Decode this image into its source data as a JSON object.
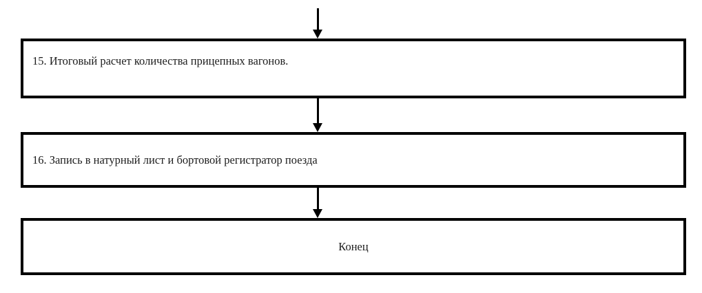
{
  "diagram": {
    "type": "flowchart",
    "direction": "top-down",
    "language": "ru",
    "nodes": [
      {
        "id": "step-15",
        "shape": "process-rectangle",
        "label": "15. Итоговый расчет количества прицепных вагонов.",
        "text_align": "left"
      },
      {
        "id": "step-16",
        "shape": "process-rectangle",
        "label": "16. Запись в натурный лист и бортовой регистратор поезда",
        "text_align": "left"
      },
      {
        "id": "end",
        "shape": "terminator-rectangle",
        "label": "Конец",
        "text_align": "center"
      }
    ],
    "edges": [
      {
        "from": "previous-step-offscreen",
        "to": "step-15",
        "style": "solid-arrow-down"
      },
      {
        "from": "step-15",
        "to": "step-16",
        "style": "solid-arrow-down"
      },
      {
        "from": "step-16",
        "to": "end",
        "style": "solid-arrow-down"
      }
    ],
    "colors": {
      "background": "#ffffff",
      "stroke": "#000000",
      "text": "#1c1c1c"
    }
  }
}
